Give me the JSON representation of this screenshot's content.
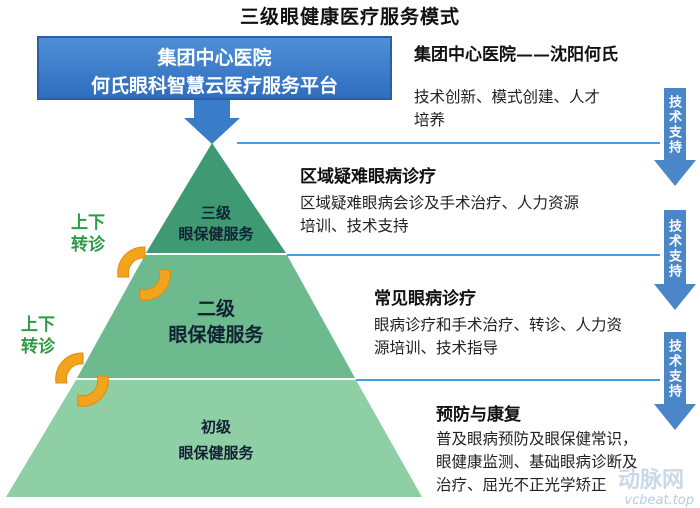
{
  "title": "三级眼健康医疗服务模式",
  "top_box": {
    "line1": "集团中心医院",
    "line2": "何氏眼科智慧云医疗服务平台"
  },
  "pyramid": {
    "tier3": {
      "line1": "三级",
      "line2": "眼保健服务"
    },
    "tier2": {
      "line1": "二级",
      "line2": "眼保健服务"
    },
    "tier1": {
      "line1": "初级",
      "line2": "眼保健服务"
    }
  },
  "referral": {
    "upper": {
      "line1": "上下",
      "line2": "转诊"
    },
    "lower": {
      "line1": "上下",
      "line2": "转诊"
    }
  },
  "right": {
    "center": {
      "title": "集团中心医院——沈阳何氏",
      "desc1": "技术创新、模式创建、人才",
      "desc2": "培养"
    },
    "regional": {
      "title": "区域疑难眼病诊疗",
      "desc1": "区域疑难眼病会诊及手术治疗、人力资源",
      "desc2": "培训、技术支持"
    },
    "common": {
      "title": "常见眼病诊疗",
      "desc1": "眼病诊疗和手术治疗、转诊、人力资",
      "desc2": "源培训、技术指导"
    },
    "prevention": {
      "title": "预防与康复",
      "desc1": "普及眼病预防及眼保健常识，",
      "desc2": "眼健康监测、基础眼病诊断及",
      "desc3": "治疗、屈光不正光学矫正"
    }
  },
  "support_label": "技术支持",
  "watermark": {
    "cn": "动脉网",
    "en": "vcbeat.top"
  },
  "colors": {
    "top_blue": "#3a7cc8",
    "tier3": "#3f9a73",
    "tier2": "#6dba8f",
    "tier1": "#8fcfa6",
    "line_blue": "#2a8fd8",
    "arrow_blue": "#4a86c8",
    "ring_orange": "#f2a51c",
    "referral_green": "#2e9a45"
  }
}
